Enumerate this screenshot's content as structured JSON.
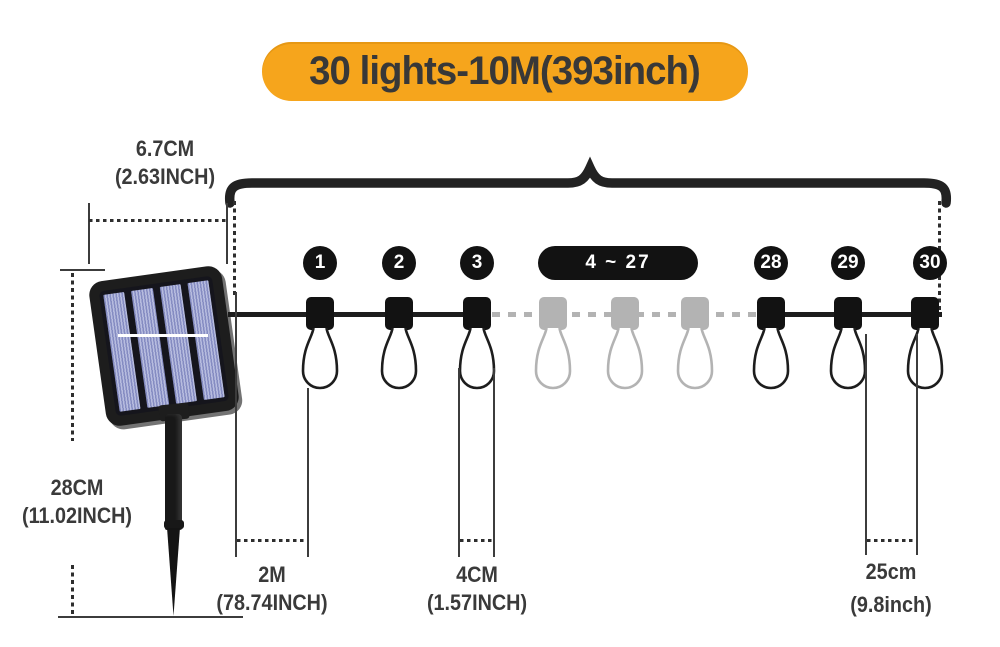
{
  "title": {
    "text": "30 lights-10M(393inch)"
  },
  "dimensions": {
    "panel_width": {
      "value": "6.7CM",
      "inches": "(2.63INCH)"
    },
    "panel_height": {
      "value": "28CM",
      "inches": "(11.02INCH)"
    },
    "lead_length": {
      "value": "2M",
      "inches": "(78.74INCH)"
    },
    "bulb_width": {
      "value": "4CM",
      "inches": "(1.57INCH)"
    },
    "bulb_spacing": {
      "value": "25cm",
      "inches": "(9.8inch)"
    }
  },
  "lights": {
    "badges": [
      "1",
      "2",
      "3",
      "28",
      "29",
      "30"
    ],
    "range_label": "4 ~ 27"
  },
  "colors": {
    "accent": "#F6A51C",
    "ink": "#3a3a3a",
    "wire_black": "#1d1d1d",
    "faded_gray": "#b3b3b3",
    "panel_blue": "#9aa1ce"
  }
}
